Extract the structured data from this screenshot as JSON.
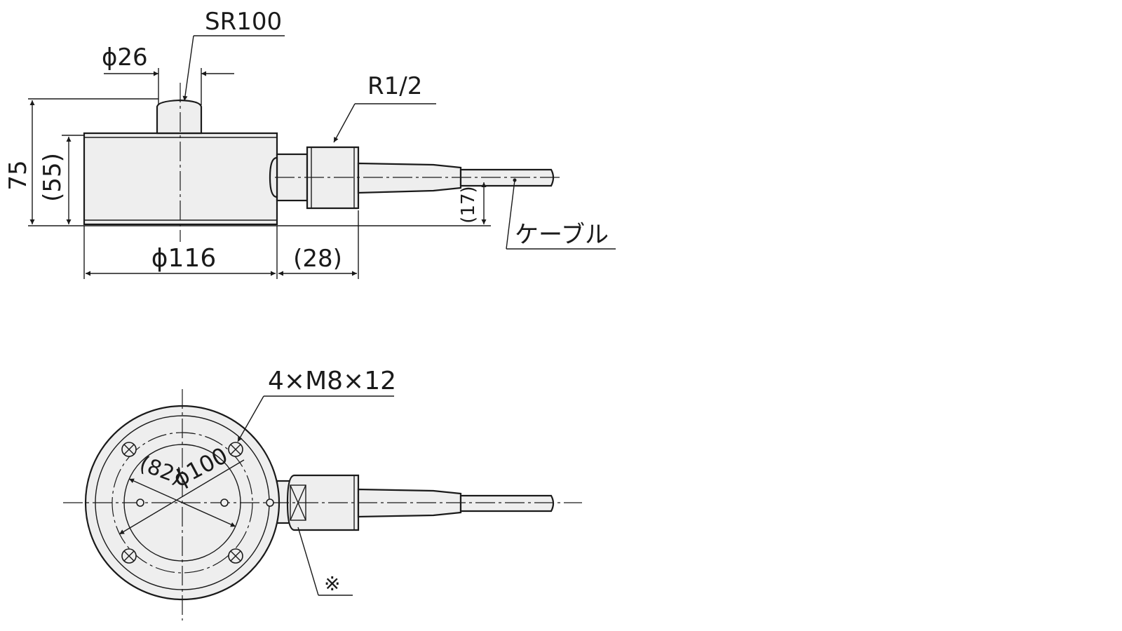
{
  "side_view": {
    "sr_label": "SR100",
    "phi26_label": "ϕ26",
    "r12_label": "R1/2",
    "h75_label": "75",
    "h55_label": "(55)",
    "h17_label": "(17)",
    "phi116_label": "ϕ116",
    "len28_label": "(28)",
    "cable_label": "ケーブル"
  },
  "top_view": {
    "holes_label": "4×M8×12",
    "d82_label": "(82)",
    "phi100_label": "ϕ100",
    "note_mark": "※"
  },
  "colors": {
    "body_fill": "#eeeeee",
    "stroke": "#1a1a1a"
  }
}
